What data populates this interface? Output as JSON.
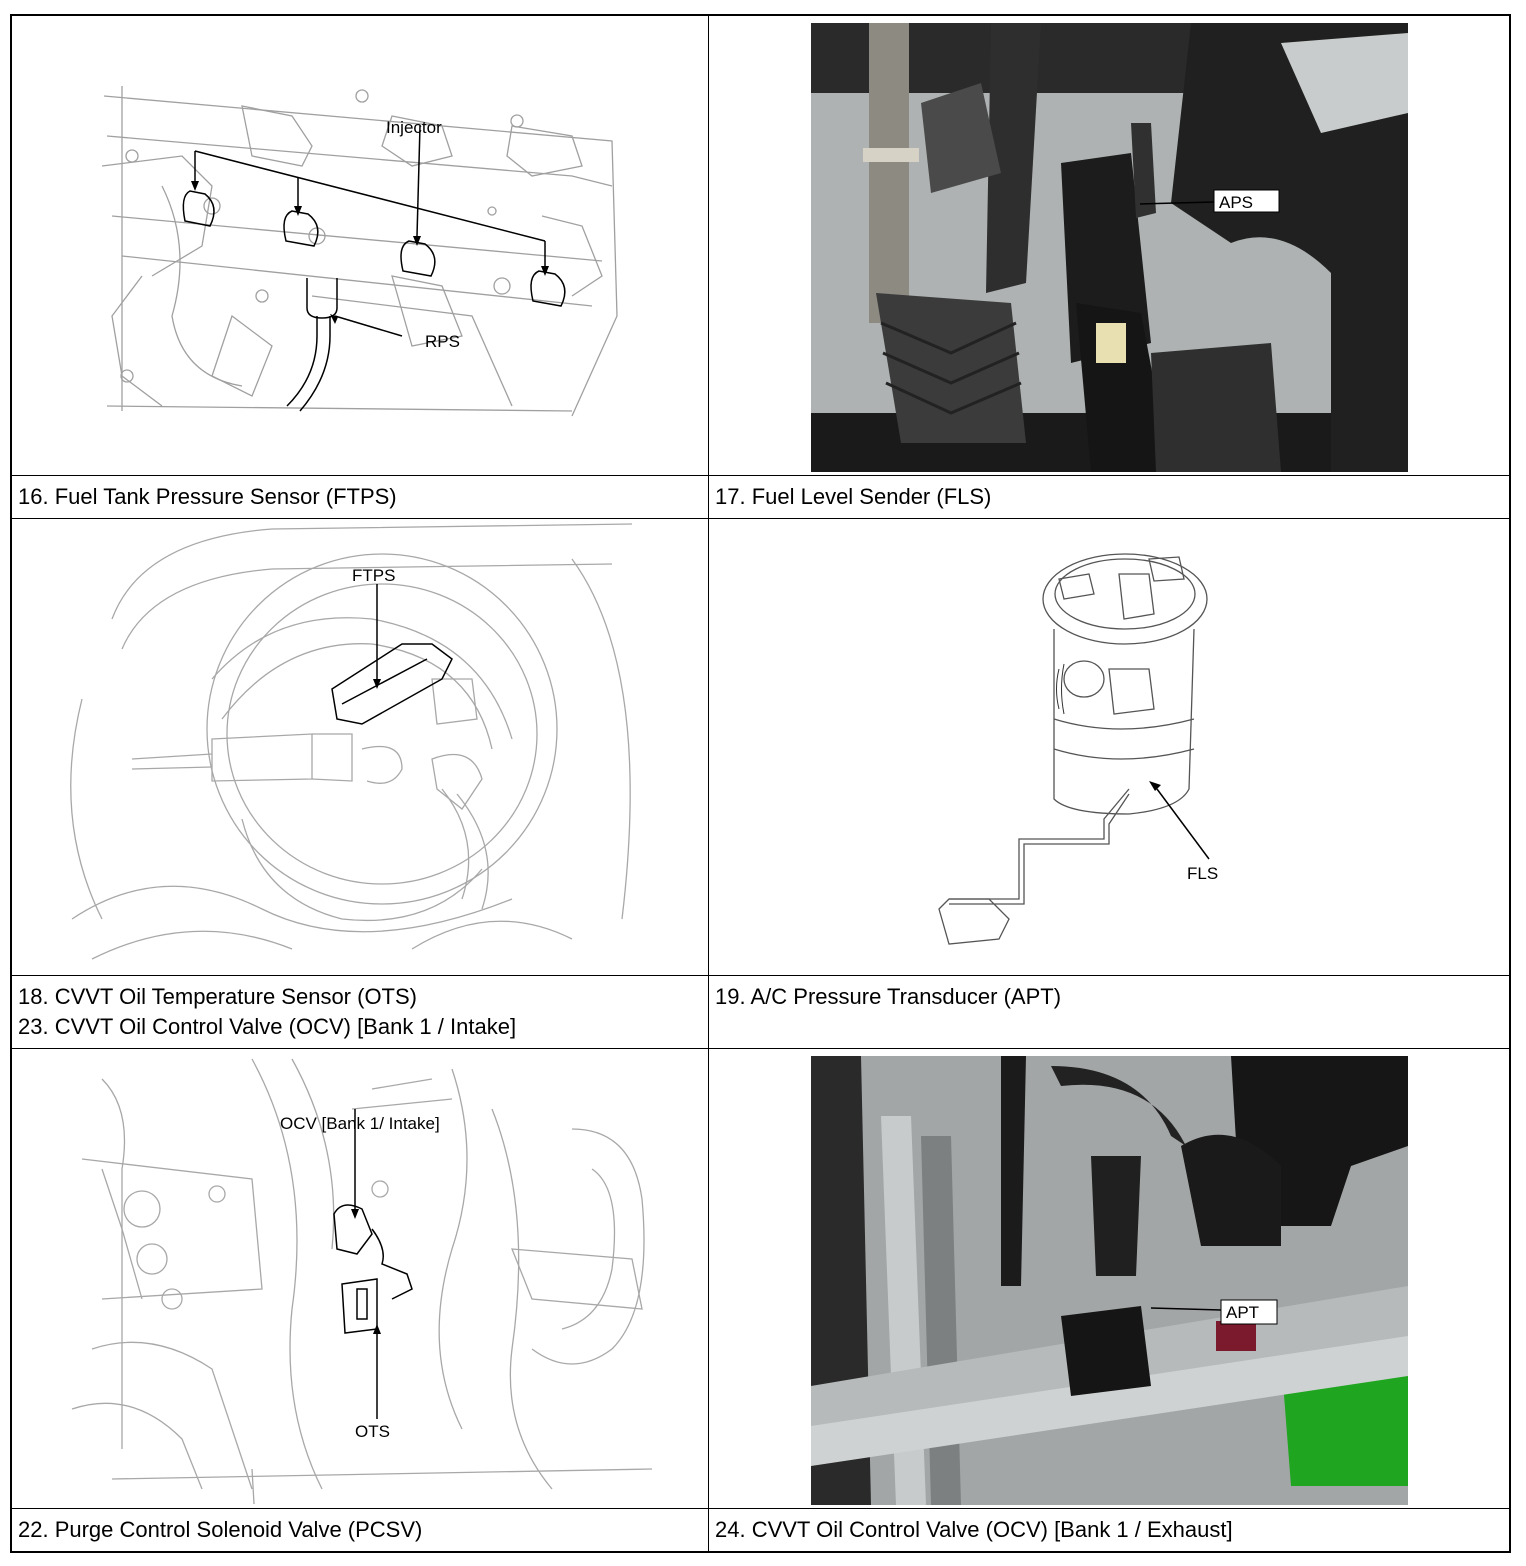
{
  "captions": {
    "c16": "16. Fuel Tank Pressure Sensor (FTPS)",
    "c17": "17. Fuel Level Sender (FLS)",
    "c18": "18. CVVT Oil Temperature Sensor (OTS)",
    "c23": "23. CVVT Oil Control Valve (OCV) [Bank 1 / Intake]",
    "c19": "19. A/C Pressure Transducer (APT)",
    "c22": "22. Purge Control Solenoid Valve (PCSV)",
    "c24": "24. CVVT Oil Control Valve (OCV) [Bank 1 / Exhaust]"
  },
  "labels": {
    "injector": "Injector",
    "rps": "RPS",
    "aps": "APS",
    "ftps": "FTPS",
    "fls": "FLS",
    "ocv_intake": "OCV [Bank 1/ Intake]",
    "ots": "OTS",
    "apt": "APT"
  },
  "colors": {
    "line": "#000000",
    "drawing": "#9a9a9a",
    "floor": "#b8bcbd",
    "green": "#1fa51f"
  }
}
